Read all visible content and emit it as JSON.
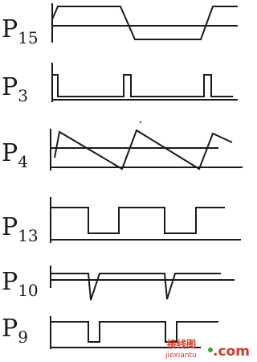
{
  "labels": {
    "p15": {
      "main": "P",
      "sub": "15"
    },
    "p3": {
      "main": "P",
      "sub": "3"
    },
    "p4": {
      "main": "P",
      "sub": "4"
    },
    "p13": {
      "main": "P",
      "sub": "13"
    },
    "p10": {
      "main": "P",
      "sub": "10"
    },
    "p9": {
      "main": "P",
      "sub": "9"
    }
  },
  "watermark": {
    "text_cn": "接线图",
    "text_site": "jiexiantu",
    "text_dom": ".com"
  },
  "colors": {
    "ink": "#1a1a1a",
    "watermark_red": "#d23b2a",
    "watermark_dot": "#4a9a3a"
  }
}
